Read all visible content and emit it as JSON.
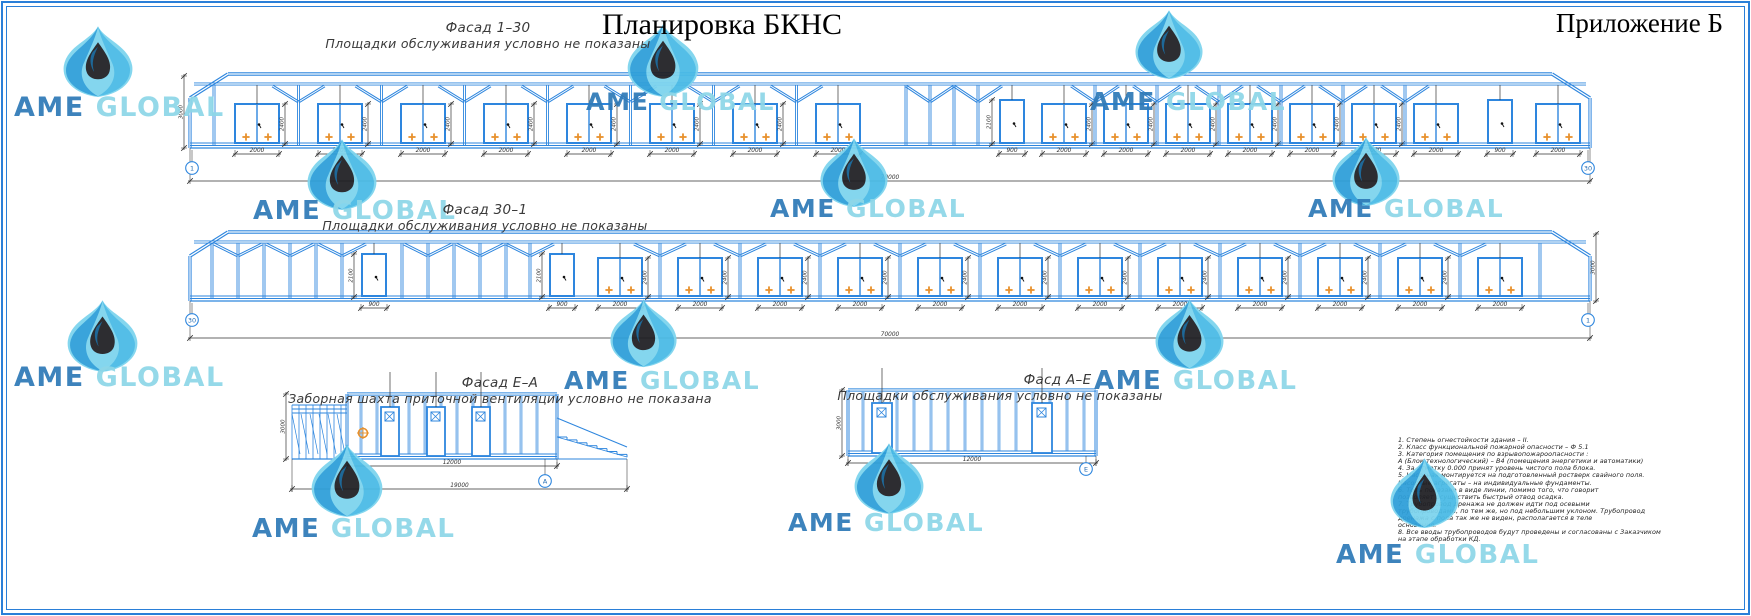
{
  "page": {
    "title": "Планировка БКНС",
    "annex": "Приложение Б"
  },
  "watermark": {
    "brand_primary": "AME",
    "brand_secondary": "GLOBAL",
    "logo": "ame-global-drop-logo",
    "color_primary": "#2f7ab8",
    "color_secondary": "#8ed7e8"
  },
  "colors": {
    "line_blue": "#2e86de",
    "line_black": "#333333",
    "cross_orange": "#e8912d",
    "border_blue": "#2a7fd8",
    "grid_text": "#1b66b0"
  },
  "facades": [
    {
      "id": "facade-1-30",
      "title": "Фасад 1–30",
      "subtitle": "Площадки обслуживания условно не показаны",
      "overall_dim": "70000",
      "module_dim": "2000",
      "single_dim": "900",
      "door_height_dim": "2400",
      "single_height_dim": "2100",
      "height_dim": "3000",
      "grid_left": "1",
      "grid_right": "30"
    },
    {
      "id": "facade-30-1",
      "title": "Фасад 30–1",
      "subtitle": "Площадки обслуживания условно не показаны",
      "overall_dim": "70000",
      "module_dim": "2000",
      "single_dim": "900",
      "door_height_dim": "2400",
      "single_height_dim": "2100",
      "height_dim": "3000",
      "grid_left": "30",
      "grid_right": "1"
    },
    {
      "id": "facade-E-A",
      "title": "Фасад Е–А",
      "subtitle": "Заборная шахта приточной вентиляции условно не показана",
      "width_dim": "12000",
      "total_dim": "19000",
      "height_dim": "3000",
      "grid_right": "А"
    },
    {
      "id": "facade-A-E",
      "title": "Фасд А–Е",
      "subtitle": "Площадки обслуживания условно не показаны",
      "width_dim": "12000",
      "height_dim": "3000",
      "grid_right": "Е"
    }
  ],
  "notes": {
    "lines": [
      "1. Степень огнестойкости здания – II.",
      "2. Класс функциональной пожарной опасности – Ф 5.1",
      "3. Категория помещения по взрывопожароопасности :",
      "А (Блок технологический) – В4 (помещения энергетики и автоматики)",
      "4. За отметку 0.000 принят уровень чистого пола блока.",
      "5. Насосная монтируется на подготовленный ростверк свайного поля.",
      "Насосные агрегаты – на индивидуальные фундаменты.",
      "6. Толь показано в виде линии, помимо того, что говорит",
      "позволяет осуществить быстрый отвод осадка.",
      "7. Трубопровод дренажа не должен идти под осевыми",
      "трубопроводами, по тем же, но под небольшим уклоном. Трубопровод",
      "дренажа с пола так же не виден, располагается в теле",
      "основания.",
      "8. Все вводы трубопроводов будут проведены и согласованы с Заказчиком",
      "на этапе обработки КД."
    ]
  }
}
